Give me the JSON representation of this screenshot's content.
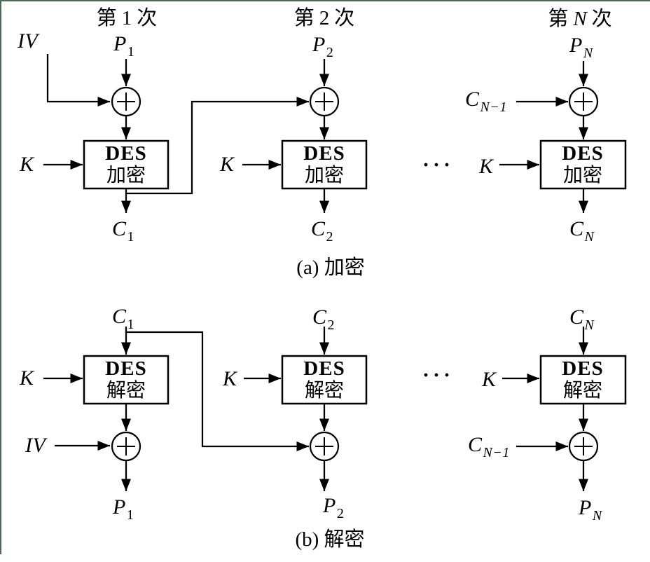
{
  "colors": {
    "background": "#ffffff",
    "ink": "#000000",
    "frame": "#4a6b52"
  },
  "encryption": {
    "caption": "(a) 加密",
    "ellipsis": "···",
    "headers": {
      "c1": {
        "pre": "第",
        "num": "1",
        "post": "次"
      },
      "c2": {
        "pre": "第",
        "num": "2",
        "post": "次"
      },
      "c3": {
        "pre": "第",
        "num": "N",
        "post": "次"
      }
    },
    "iv": "IV",
    "chain": {
      "m": "C",
      "s": "N−1"
    },
    "keys": {
      "c1": "K",
      "c2": "K",
      "c3": "K"
    },
    "box": {
      "l1": "DES",
      "l2": "加密"
    },
    "inputs": {
      "c1": {
        "m": "P",
        "s": "1"
      },
      "c2": {
        "m": "P",
        "s": "2"
      },
      "c3": {
        "m": "P",
        "s": "N"
      }
    },
    "outputs": {
      "c1": {
        "m": "C",
        "s": "1"
      },
      "c2": {
        "m": "C",
        "s": "2"
      },
      "c3": {
        "m": "C",
        "s": "N"
      }
    }
  },
  "decryption": {
    "caption": "(b) 解密",
    "ellipsis": "···",
    "iv": "IV",
    "chain": {
      "m": "C",
      "s": "N−1"
    },
    "keys": {
      "c1": "K",
      "c2": "K",
      "c3": "K"
    },
    "box": {
      "l1": "DES",
      "l2": "解密"
    },
    "inputs": {
      "c1": {
        "m": "C",
        "s": "1"
      },
      "c2": {
        "m": "C",
        "s": "2"
      },
      "c3": {
        "m": "C",
        "s": "N"
      }
    },
    "outputs": {
      "c1": {
        "m": "P",
        "s": "1"
      },
      "c2": {
        "m": "P",
        "s": "2"
      },
      "c3": {
        "m": "P",
        "s": "N"
      }
    }
  }
}
